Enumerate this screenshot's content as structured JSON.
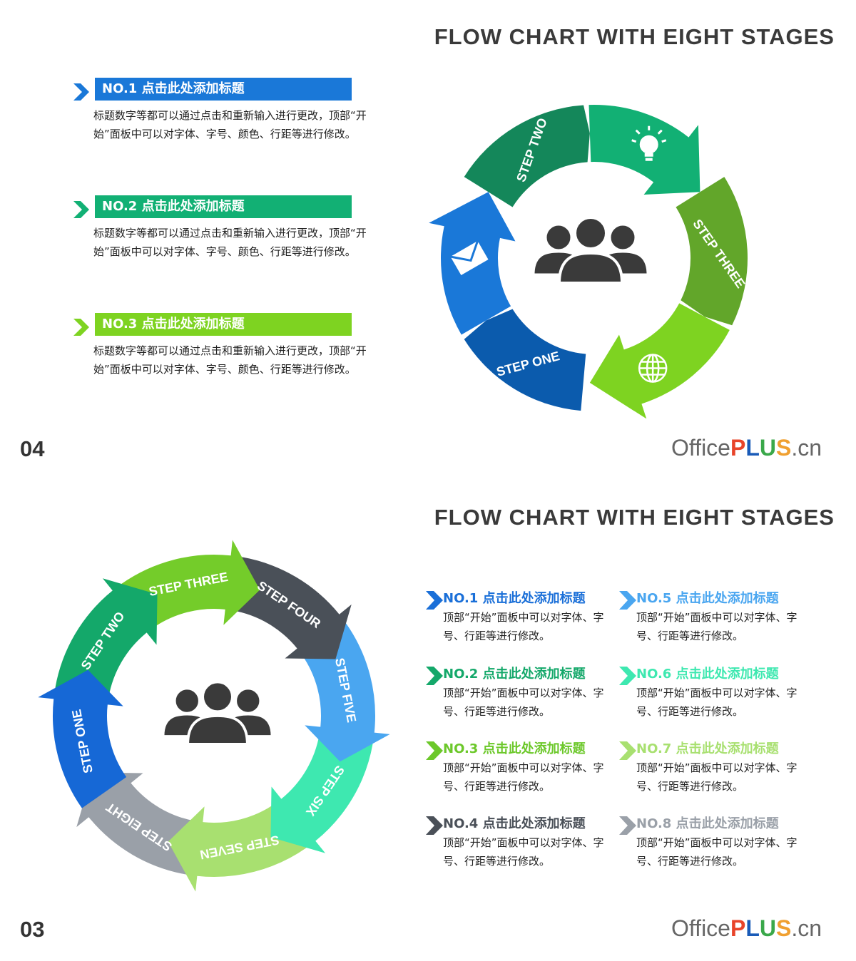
{
  "slide1": {
    "title": "FLOW CHART WITH EIGHT STAGES",
    "page_number": "04",
    "logo": {
      "office": "Office",
      "p": "P",
      "l": "L",
      "u": "U",
      "s": "S",
      "cn": ".cn"
    },
    "items": [
      {
        "heading": "NO.1 点击此处添加标题",
        "text": "标题数字等都可以通过点击和重新输入进行更改，顶部“开始”面板中可以对字体、字号、颜色、行距等进行修改。",
        "color": "#1a78d8"
      },
      {
        "heading": "NO.2 点击此处添加标题",
        "text": "标题数字等都可以通过点击和重新输入进行更改，顶部“开始”面板中可以对字体、字号、颜色、行距等进行修改。",
        "color": "#12b074"
      },
      {
        "heading": "NO.3 点击此处添加标题",
        "text": "标题数字等都可以通过点击和重新输入进行更改，顶部“开始”面板中可以对字体、字号、颜色、行距等进行修改。",
        "color": "#7ed321"
      }
    ],
    "diagram": {
      "center_icon": "people-group-icon",
      "segments": [
        {
          "label": "STEP ONE",
          "color": "#0b5bad"
        },
        {
          "label": "",
          "icon": "envelope-icon",
          "color": "#1a78d8"
        },
        {
          "label": "STEP TWO",
          "color": "#14875a"
        },
        {
          "label": "",
          "icon": "lightbulb-icon",
          "color": "#12b074"
        },
        {
          "label": "STEP THREE",
          "color": "#62a62a"
        },
        {
          "label": "",
          "icon": "globe-icon",
          "color": "#7ed321"
        }
      ]
    }
  },
  "slide2": {
    "title": "FLOW CHART WITH EIGHT STAGES",
    "page_number": "03",
    "logo": {
      "office": "Office",
      "p": "P",
      "l": "L",
      "u": "U",
      "s": "S",
      "cn": ".cn"
    },
    "diagram": {
      "center_icon": "people-group-icon",
      "steps": [
        {
          "label": "STEP ONE",
          "color": "#1668d6"
        },
        {
          "label": "STEP TWO",
          "color": "#14a86a"
        },
        {
          "label": "STEP THREE",
          "color": "#74cc2a"
        },
        {
          "label": "STEP FOUR",
          "color": "#4a5058"
        },
        {
          "label": "STEP FIVE",
          "color": "#4aa6f0"
        },
        {
          "label": "STEP SIX",
          "color": "#3ee8b0"
        },
        {
          "label": "STEP SEVEN",
          "color": "#a8e070"
        },
        {
          "label": "STEP EIGHT",
          "color": "#9aa0a8"
        }
      ]
    },
    "items": [
      {
        "heading": "NO.1 点击此处添加标题",
        "text": "顶部“开始”面板中可以对字体、字号、行距等进行修改。",
        "color": "#1a6fd8"
      },
      {
        "heading": "NO.2 点击此处添加标题",
        "text": "顶部“开始”面板中可以对字体、字号、行距等进行修改。",
        "color": "#14a86a"
      },
      {
        "heading": "NO.3 点击此处添加标题",
        "text": "顶部“开始”面板中可以对字体、字号、行距等进行修改。",
        "color": "#6cc82a"
      },
      {
        "heading": "NO.4 点击此处添加标题",
        "text": "顶部“开始”面板中可以对字体、字号、行距等进行修改。",
        "color": "#4a5058"
      },
      {
        "heading": "NO.5 点击此处添加标题",
        "text": "顶部“开始”面板中可以对字体、字号、行距等进行修改。",
        "color": "#4aa6f0"
      },
      {
        "heading": "NO.6 点击此处添加标题",
        "text": "顶部“开始”面板中可以对字体、字号、行距等进行修改。",
        "color": "#3ee8b0"
      },
      {
        "heading": "NO.7 点击此处添加标题",
        "text": "顶部“开始”面板中可以对字体、字号、行距等进行修改。",
        "color": "#a8e070"
      },
      {
        "heading": "NO.8 点击此处添加标题",
        "text": "顶部“开始”面板中可以对字体、字号、行距等进行修改。",
        "color": "#9aa0a8"
      }
    ]
  }
}
